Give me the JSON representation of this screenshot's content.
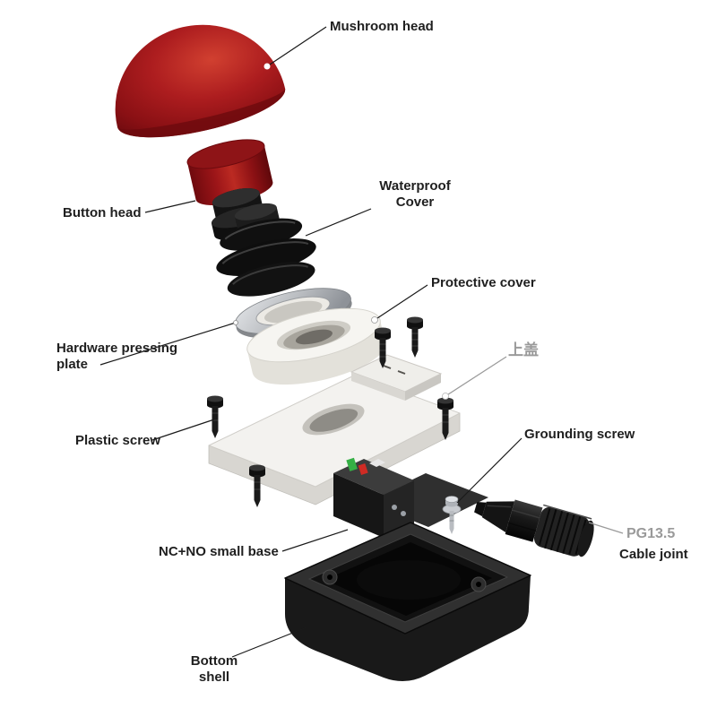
{
  "diagram": {
    "type": "exploded-view-product-diagram",
    "product": "emergency stop mushroom push button switch",
    "background": "#ffffff"
  },
  "colors": {
    "label_text": "#1f1f1f",
    "muted_label": "#9a9a9a",
    "leader_line": "#1a1a1a",
    "mushroom_red": "#b01e20",
    "part_black": "#161616",
    "cover_white": "#f4f3ef",
    "metal_gray": "#c2c5c9",
    "contact_green": "#35b045",
    "contact_red": "#cf2b24"
  },
  "labels": {
    "mushroom_head": "Mushroom head",
    "button_head": "Button head",
    "waterproof_cover_line1": "Waterproof",
    "waterproof_cover_line2": "Cover",
    "protective_cover": "Protective cover",
    "hardware_pressing_plate_line1": "Hardware pressing",
    "hardware_pressing_plate_line2": "plate",
    "top_cover": "上盖",
    "plastic_screw": "Plastic screw",
    "grounding_screw": "Grounding screw",
    "nc_no_small_base": "NC+NO small base",
    "pg_size": "PG13.5",
    "cable_joint": "Cable joint",
    "bottom_shell_line1": "Bottom",
    "bottom_shell_line2": "shell"
  }
}
